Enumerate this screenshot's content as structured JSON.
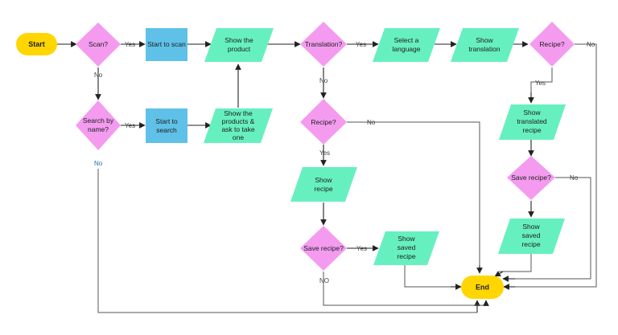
{
  "diagram": {
    "colors": {
      "terminal": "#ffd600",
      "decision": "#f49bf0",
      "process": "#5fc1e8",
      "io": "#66f0c0",
      "line": "#555555"
    },
    "nodes": {
      "start": "Start",
      "end": "End",
      "scan_q": "Scan?",
      "search_q": [
        "Search by",
        "name?"
      ],
      "start_scan": "Start to scan",
      "start_search": [
        "Start to",
        "search"
      ],
      "show_product": [
        "Show the",
        "product"
      ],
      "show_products_ask": [
        "Show the",
        "products &",
        "ask to take",
        "one"
      ],
      "translation_q": "Translation?",
      "select_lang": [
        "Select a",
        "language"
      ],
      "show_translation": [
        "Show",
        "translation"
      ],
      "recipe_q_right": "Recipe?",
      "show_translated_recipe": [
        "Show",
        "translated",
        "recipe"
      ],
      "save_recipe_q_right": "Save recipe?",
      "show_saved_recipe_right": [
        "Show",
        "saved",
        "recipe"
      ],
      "recipe_q_mid": "Recipe?",
      "show_recipe": [
        "Show",
        "recipe"
      ],
      "save_recipe_q_mid": "Save recipe?",
      "show_saved_recipe_mid": [
        "Show",
        "saved",
        "recipe"
      ]
    },
    "edge_labels": {
      "scan_yes": "Yes",
      "scan_no": "No",
      "search_yes": "Yes",
      "search_no": "No",
      "translation_yes": "Yes",
      "translation_no": "No",
      "recipe_right_yes": "Yes",
      "recipe_right_no": "No",
      "save_right_no": "No",
      "recipe_mid_yes": "Yes",
      "recipe_mid_no": "No",
      "save_mid_yes": "Yes",
      "save_mid_no": "NO"
    }
  }
}
